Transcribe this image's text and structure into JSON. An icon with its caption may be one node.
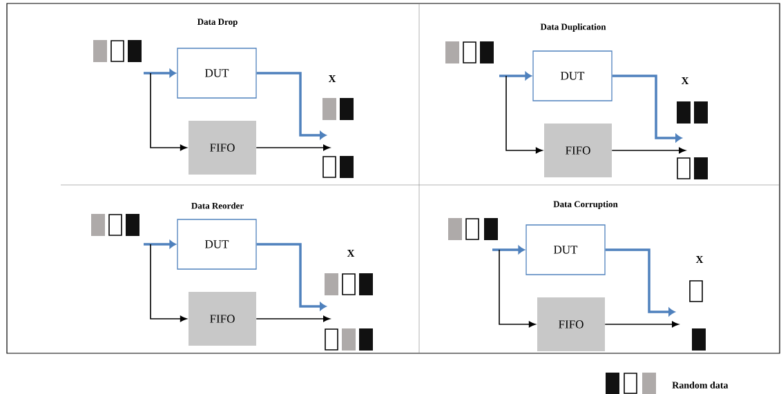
{
  "diagram": {
    "nodes": [
      {
        "text": [
          "DUT"
        ]
      },
      {
        "text": [
          "FIFO"
        ]
      },
      {
        "text": [
          "DUT"
        ]
      },
      {
        "text": [
          "FIFO"
        ]
      },
      {
        "text": [
          "DUT"
        ]
      },
      {
        "text": [
          "FIFO"
        ]
      },
      {
        "text": [
          "DUT"
        ]
      },
      {
        "text": [
          "FIFO"
        ]
      }
    ],
    "edges": [
      {
        "from": null,
        "to": 0,
        "arrow": "to",
        "style": "thick",
        "color": "#4f81bd"
      },
      {
        "from": null,
        "to": 1,
        "arrow": "to",
        "color": "#000000"
      },
      {
        "from": 0,
        "to": null,
        "arrow": "to",
        "style": "thick",
        "color": "#4f81bd"
      },
      {
        "from": 1,
        "to": null,
        "arrow": "to",
        "color": "#000000"
      },
      {
        "from": null,
        "to": 2,
        "arrow": "to",
        "style": "thick",
        "color": "#4f81bd"
      },
      {
        "from": null,
        "to": 3,
        "arrow": "to",
        "color": "#000000"
      },
      {
        "from": 2,
        "to": null,
        "arrow": "to",
        "style": "thick",
        "color": "#4f81bd"
      },
      {
        "from": 3,
        "to": null,
        "arrow": "to",
        "color": "#000000"
      },
      {
        "from": null,
        "to": 4,
        "arrow": "to",
        "style": "thick",
        "color": "#4f81bd"
      },
      {
        "from": null,
        "to": 5,
        "arrow": "to",
        "color": "#000000"
      },
      {
        "from": 4,
        "to": null,
        "arrow": "to",
        "style": "thick",
        "color": "#4f81bd"
      },
      {
        "from": 5,
        "to": null,
        "arrow": "to",
        "color": "#000000"
      },
      {
        "from": null,
        "to": 6,
        "arrow": "to",
        "style": "thick",
        "color": "#4f81bd"
      },
      {
        "from": null,
        "to": 7,
        "arrow": "to",
        "color": "#000000"
      },
      {
        "from": 6,
        "to": null,
        "arrow": "to",
        "style": "thick",
        "color": "#4f81bd"
      },
      {
        "from": 7,
        "to": null,
        "arrow": "to",
        "color": "#000000"
      }
    ],
    "labels": [
      "Data Drop",
      "Data Duplication",
      "X",
      "X",
      "Data Reorder",
      "Data Corruption",
      "X",
      "X"
    ],
    "legend": [
      {
        "text": "Random data"
      }
    ]
  }
}
